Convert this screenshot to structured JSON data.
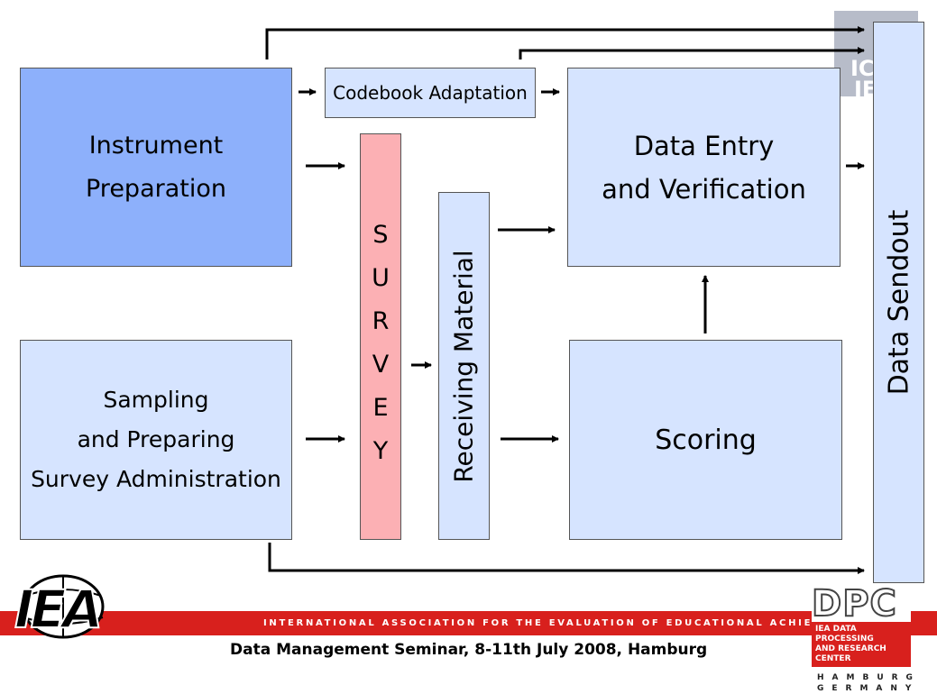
{
  "boxes": {
    "instrument": [
      "Instrument",
      "Preparation"
    ],
    "sampling": [
      "Sampling",
      "and Preparing",
      "Survey Administration"
    ],
    "codebook": "Codebook Adaptation",
    "survey": [
      "S",
      "U",
      "R",
      "V",
      "E",
      "Y"
    ],
    "receiving": "Receiving Material",
    "dataentry": [
      "Data Entry",
      "and Verification"
    ],
    "scoring": "Scoring",
    "sendout": "Data Sendout"
  },
  "logos": {
    "watermark": [
      "IC",
      "IE"
    ],
    "iea": "IEA",
    "dpc": "DPC",
    "dpc_sub": [
      "IEA DATA PROCESSING",
      "AND RESEARCH CENTER"
    ],
    "dpc_city": [
      "HAMBURG",
      "GERMANY"
    ]
  },
  "footer": {
    "association": "INTERNATIONAL ASSOCIATION FOR THE EVALUATION OF EDUCATIONAL ACHIEVEMENT",
    "seminar": "Data Management Seminar, 8-11th July 2008, Hamburg"
  },
  "colors": {
    "instrument": "#8db0fb",
    "light_box": "#d6e4ff",
    "survey": "#fcb0b4",
    "red": "#d8201d"
  }
}
